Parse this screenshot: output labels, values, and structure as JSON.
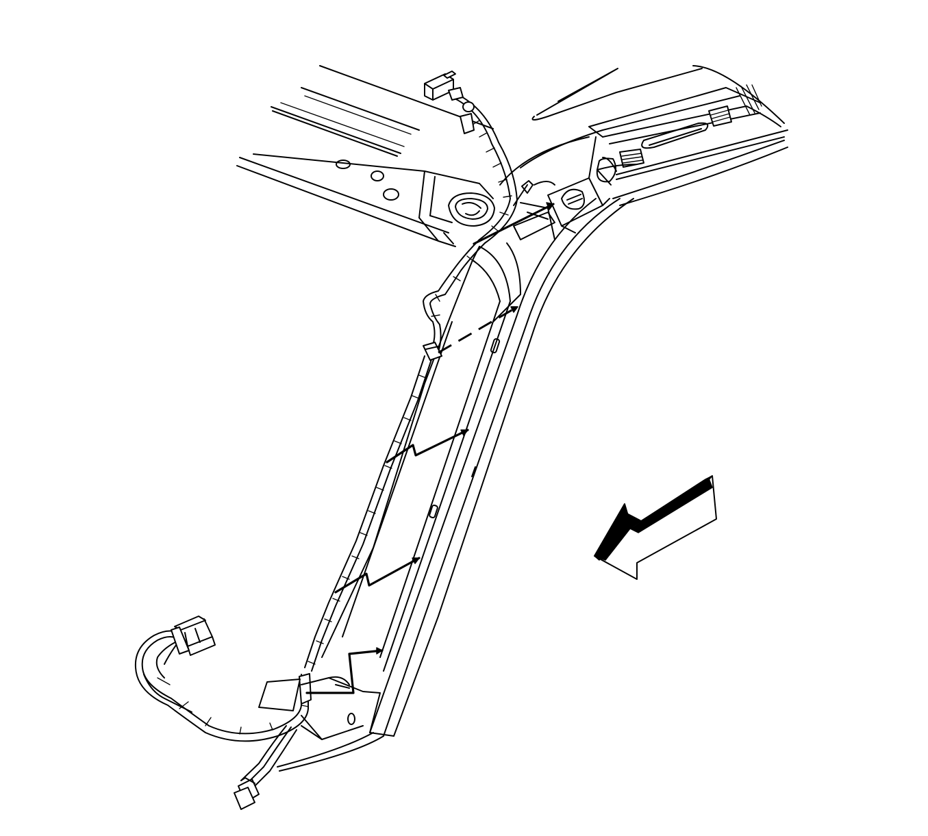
{
  "diagram": {
    "subject": "",
    "colors": {
      "line": "#000000",
      "background": "#ffffff"
    },
    "parts": [
      {
        "name": "roof-rail",
        "label": ""
      },
      {
        "name": "a-pillar",
        "label": ""
      },
      {
        "name": "wiring-harness",
        "label": ""
      },
      {
        "name": "upper-connector",
        "label": ""
      },
      {
        "name": "lower-connector-large",
        "label": ""
      },
      {
        "name": "lower-connector-small",
        "label": ""
      },
      {
        "name": "harness-clip",
        "label": ""
      },
      {
        "name": "grommet",
        "label": ""
      },
      {
        "name": "dashboard",
        "label": ""
      },
      {
        "name": "view-direction-arrow",
        "label": ""
      }
    ]
  }
}
